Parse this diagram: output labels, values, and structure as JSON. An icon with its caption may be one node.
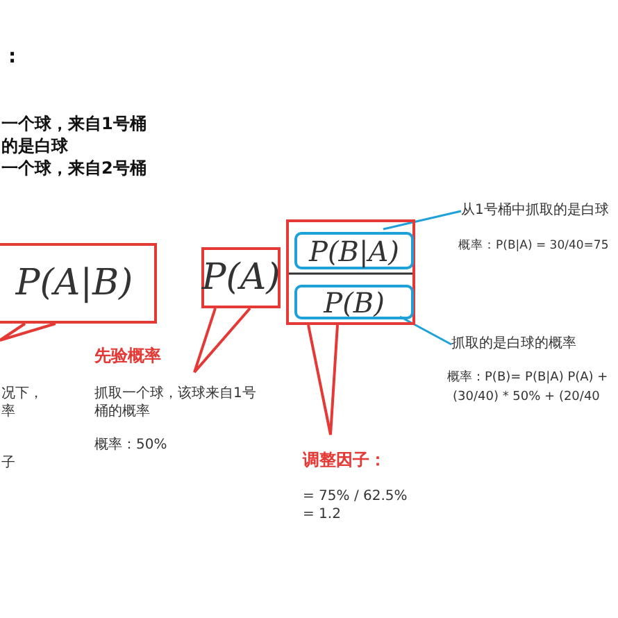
{
  "diagram": {
    "nodes": [
      {
        "text": [
          "P(A|B)"
        ]
      },
      {
        "text": [
          "P(A)"
        ]
      },
      {
        "text": [],
        "shape": "box"
      },
      {
        "text": [
          "P(B|A)"
        ],
        "in": 2
      },
      {
        "text": [
          "P(B)"
        ],
        "in": 2
      },
      {
        "text": [
          "从1号桶中抓取的是白球"
        ]
      },
      {
        "text": [
          "抓取的是白球的概率"
        ]
      }
    ],
    "edges": [
      {
        "from": 3,
        "to": 5,
        "arrow": "none",
        "color": "#1ea0d8"
      },
      {
        "from": 4,
        "to": 6,
        "arrow": "none",
        "color": "#1ea0d8"
      }
    ],
    "labels": [
      ":",
      "一个球，来自1号桶",
      "的是白球",
      "一个球，来自2号桶",
      "概率：P(B|A) = 30/40=75",
      "先验概率",
      "概率：P(B)= P(B|A) P(A) +",
      "(30/40) * 50% + (20/40",
      "况下，",
      "抓取一个球，该球来自1号桶的概率",
      "率",
      "概率：50%",
      "子",
      "调整因子：",
      "= 75% / 62.5%",
      "= 1.2"
    ]
  }
}
